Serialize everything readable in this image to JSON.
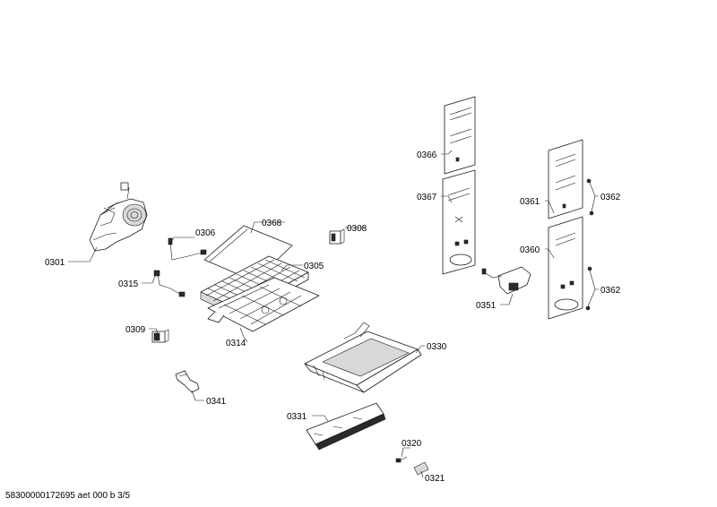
{
  "diagram": {
    "parts": [
      {
        "id": "p0301",
        "label": "0301"
      },
      {
        "id": "p0306",
        "label": "0306"
      },
      {
        "id": "p0368",
        "label": "0368"
      },
      {
        "id": "p0308",
        "label": "0308"
      },
      {
        "id": "p0305",
        "label": "0305"
      },
      {
        "id": "p0315",
        "label": "0315"
      },
      {
        "id": "p0309",
        "label": "0309"
      },
      {
        "id": "p0314",
        "label": "0314"
      },
      {
        "id": "p0341",
        "label": "0341"
      },
      {
        "id": "p0330",
        "label": "0330"
      },
      {
        "id": "p0331",
        "label": "0331"
      },
      {
        "id": "p0320",
        "label": "0320"
      },
      {
        "id": "p0321",
        "label": "0321"
      },
      {
        "id": "p0366",
        "label": "0366"
      },
      {
        "id": "p0367",
        "label": "0367"
      },
      {
        "id": "p0351",
        "label": "0351"
      },
      {
        "id": "p0361",
        "label": "0361"
      },
      {
        "id": "p0362a",
        "label": "0362"
      },
      {
        "id": "p0360",
        "label": "0360"
      },
      {
        "id": "p0362b",
        "label": "0362"
      }
    ],
    "footer": "58300000172695 aet 000 b 3/5"
  }
}
